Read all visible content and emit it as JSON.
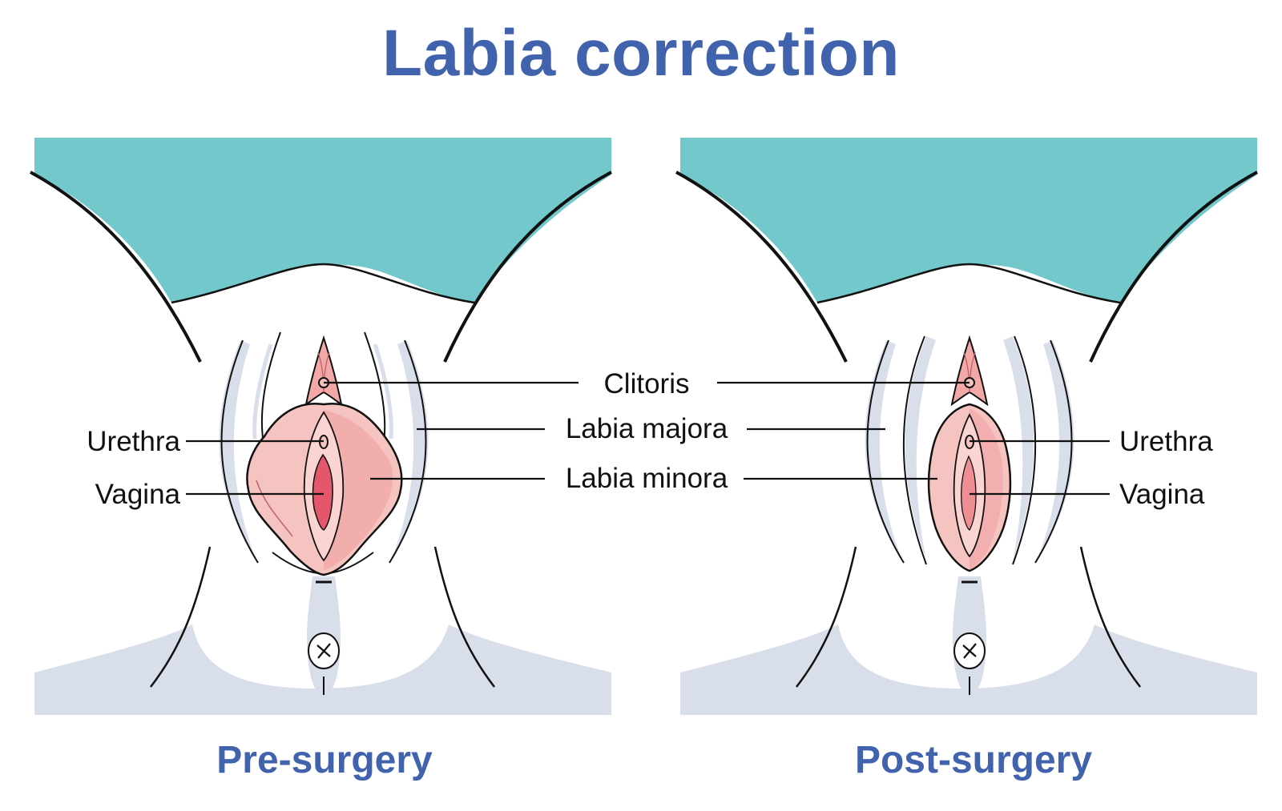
{
  "title": "Labia correction",
  "panels": {
    "pre": {
      "caption": "Pre-surgery"
    },
    "post": {
      "caption": "Post-surgery"
    }
  },
  "labels": {
    "clitoris": "Clitoris",
    "labia_majora": "Labia majora",
    "labia_minora": "Labia minora",
    "urethra": "Urethra",
    "vagina": "Vagina"
  },
  "colors": {
    "title": "#4163ad",
    "teal": "#72c8cb",
    "shade": "#d9dfea",
    "minora_light": "#f6c4c0",
    "minora_dark": "#ef9a9d",
    "vagina": "#e4566a"
  }
}
